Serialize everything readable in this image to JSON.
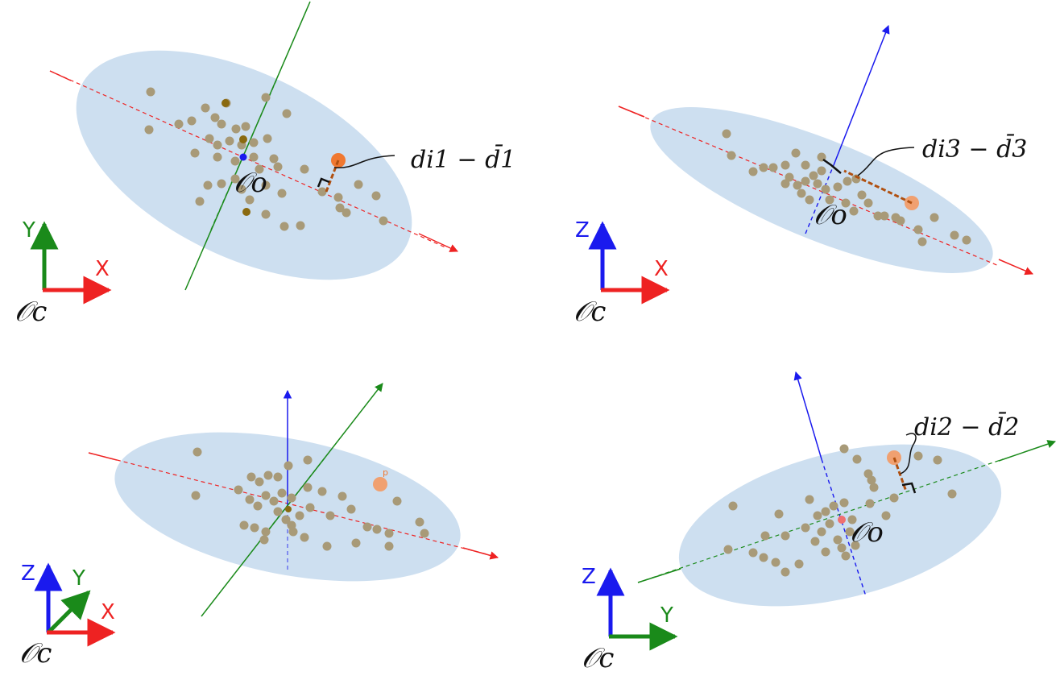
{
  "colors": {
    "ellipse": "#cddff0",
    "point": "#a89a78",
    "point_dark": "#8a6a10",
    "highlight": "#f07830",
    "highlight_light": "#f0a070",
    "axis_x": "#ee2222",
    "axis_y": "#1a8a1a",
    "axis_z": "#1a1aee",
    "dist_line": "#b05010"
  },
  "panels": {
    "p1": {
      "origin_label": "𝒪o",
      "dist_label": "di1 − d̄1",
      "frame": {
        "v_label": "Y",
        "h_label": "X",
        "origin_label": "𝒪c"
      }
    },
    "p2": {
      "origin_label": "𝒪o",
      "dist_label": "di3 − d̄3",
      "frame": {
        "v_label": "Z",
        "h_label": "X",
        "origin_label": "𝒪c"
      }
    },
    "p3": {
      "point_label": "p",
      "frame": {
        "v_label": "Z",
        "d_label": "Y",
        "h_label": "X",
        "origin_label": "𝒪c"
      }
    },
    "p4": {
      "origin_label": "𝒪o",
      "dist_label": "di2 − d̄2",
      "frame": {
        "v_label": "Z",
        "h_label": "Y",
        "origin_label": "𝒪c"
      }
    }
  }
}
